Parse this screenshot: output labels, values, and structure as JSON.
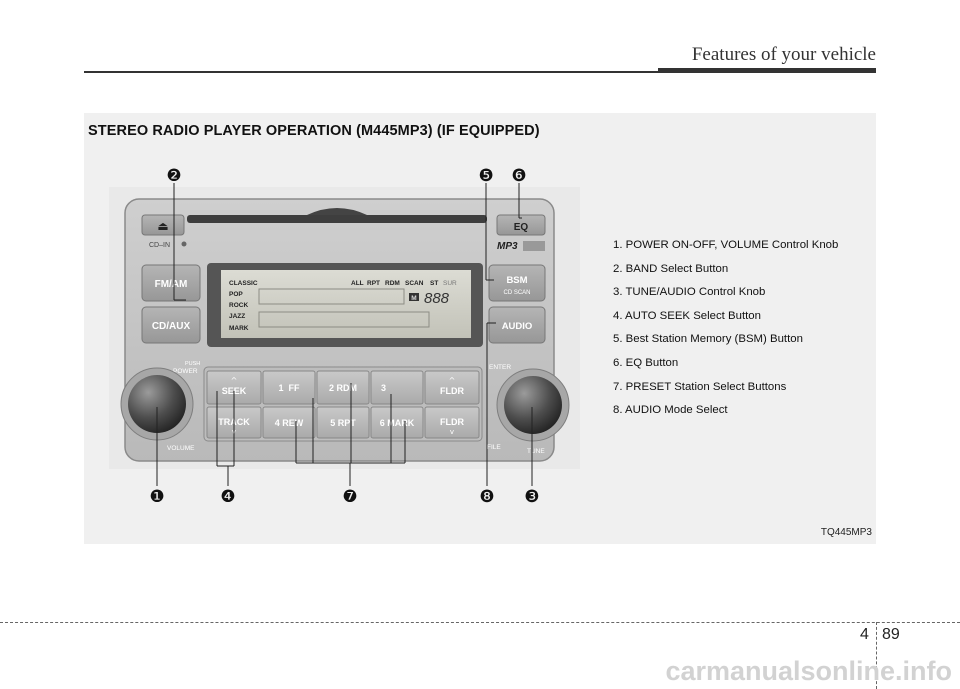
{
  "header": {
    "title": "Features of your vehicle"
  },
  "section": {
    "title": "STEREO RADIO PLAYER OPERATION (M445MP3) (IF EQUIPPED)",
    "figure_code": "TQ445MP3"
  },
  "legend": [
    "1. POWER ON-OFF, VOLUME Control Knob",
    "2. BAND Select Button",
    "3. TUNE/AUDIO Control Knob",
    "4. AUTO SEEK Select Button",
    "5. Best Station Memory (BSM) Button",
    "6. EQ Button",
    "7. PRESET Station Select Buttons",
    "8. AUDIO Mode Select"
  ],
  "radio": {
    "eject": "⏏",
    "cd_in": "CD–IN",
    "eq": "EQ",
    "mp3": "MP3",
    "fm_am": "FM/AM",
    "cd_aux": "CD/AUX",
    "bsm": "BSM",
    "cd_scan": "CD SCAN",
    "audio": "AUDIO",
    "push": "PUSH",
    "power": "POWER",
    "volume": "VOLUME",
    "enter": "ENTER",
    "file": "FILE",
    "tune": "TUNE",
    "display": {
      "modes": [
        "CLASSIC",
        "POP",
        "ROCK",
        "JAZZ",
        "MARK"
      ],
      "status": [
        "ALL",
        "RPT",
        "RDM",
        "SCAN",
        "ST",
        "SUR"
      ],
      "m": "M",
      "digits": "888"
    },
    "seek": "SEEK",
    "track": "TRACK",
    "fldr": "FLDR",
    "presets_top": [
      "1  FF",
      "2 RDM",
      "3"
    ],
    "presets_bottom": [
      "4 REW",
      "5 RPT",
      "6 MARK"
    ]
  },
  "callouts": {
    "top": [
      "❷",
      "❺",
      "❻"
    ],
    "bottom": [
      "❶",
      "❹",
      "❼",
      "❽",
      "❸"
    ]
  },
  "footer": {
    "chapter": "4",
    "page": "89"
  },
  "watermark": "carmanualsonline.info"
}
